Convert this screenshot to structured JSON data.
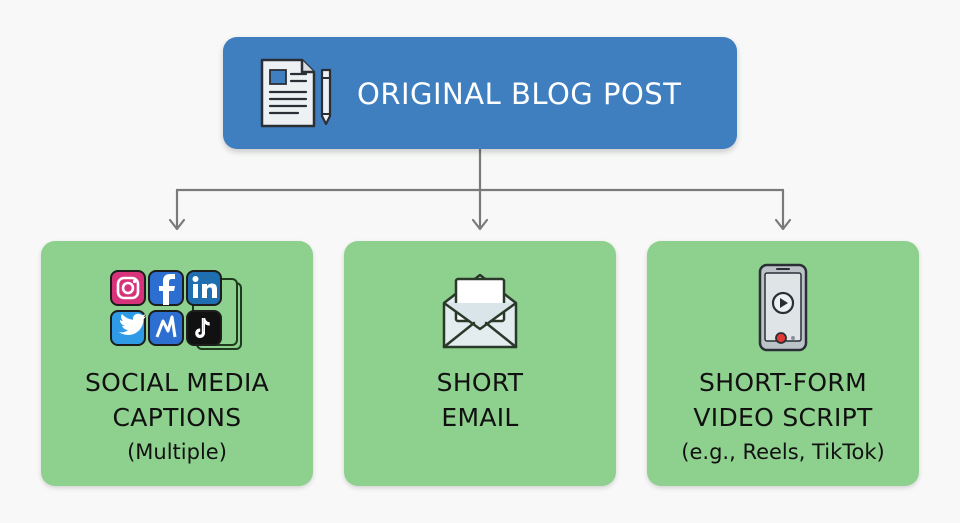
{
  "root": {
    "title": "ORIGINAL BLOG POST",
    "icon": "document-with-pencil-icon"
  },
  "cards": [
    {
      "title_line1": "SOCIAL MEDIA",
      "title_line2": "CAPTIONS",
      "subtitle": "(Multiple)",
      "icon": "social-media-icons-stack"
    },
    {
      "title_line1": "SHORT",
      "title_line2": "EMAIL",
      "icon": "envelope-icon"
    },
    {
      "title_line1": "SHORT-FORM",
      "title_line2": "VIDEO SCRIPT",
      "subtitle": "(e.g., Reels, TikTok)",
      "icon": "smartphone-video-icon"
    }
  ],
  "colors": {
    "root": "#3f7fc0",
    "card": "#8ed08d",
    "connector": "#777777"
  }
}
